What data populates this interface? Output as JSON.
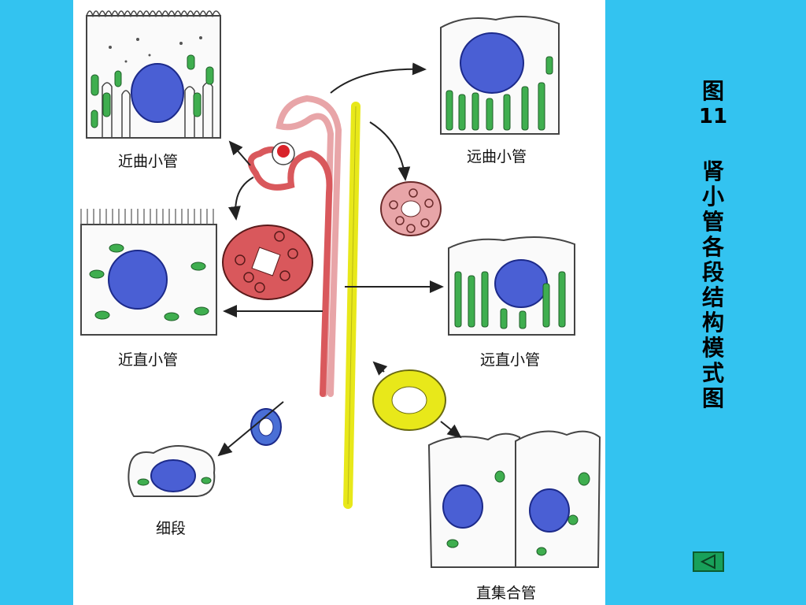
{
  "title": {
    "figure_label": "图",
    "figure_number": "11",
    "text": "肾小管各段结构模式图"
  },
  "labels": {
    "proximal_convoluted": "近曲小管",
    "distal_convoluted": "远曲小管",
    "proximal_straight": "近直小管",
    "distal_straight": "远直小管",
    "thin_segment": "细段",
    "collecting_duct": "直集合管"
  },
  "nav": {
    "back_icon": "triangle-left-icon"
  },
  "colors": {
    "background": "#33c3f0",
    "panel": "#ffffff",
    "nucleus": "#4a5fd4",
    "mitochondria": "#3fae4f",
    "proximal_tubule": "#d9585c",
    "distal_tubule": "#e8a5a8",
    "collecting_duct": "#e8e81a",
    "thin_segment": "#4a6fd6",
    "nav_button": "#18a05a"
  }
}
